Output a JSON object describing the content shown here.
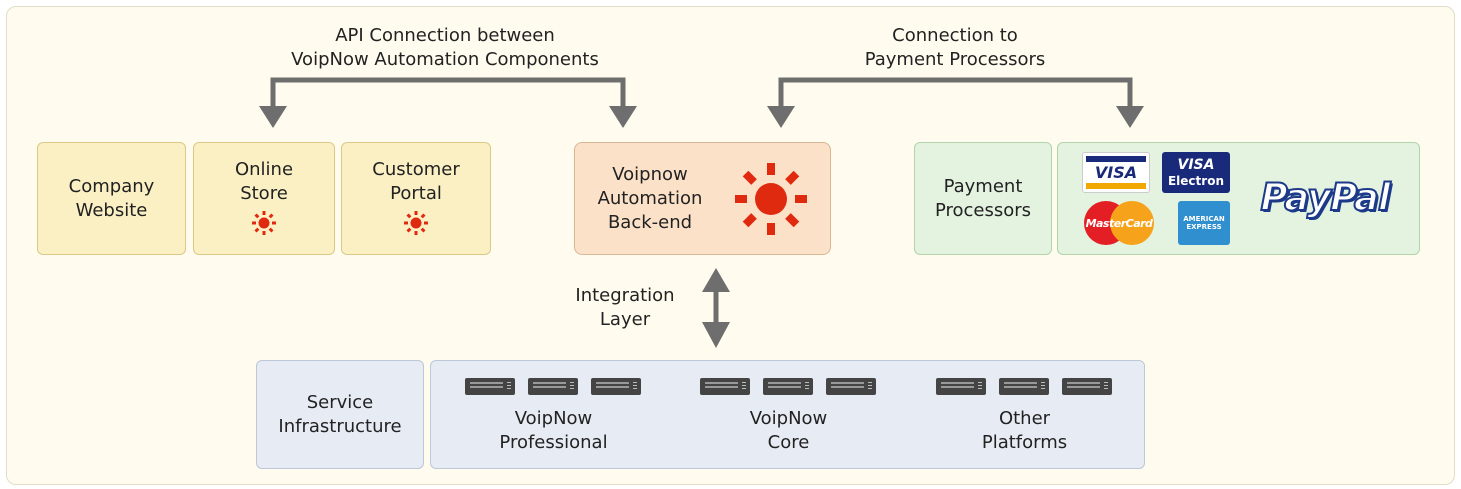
{
  "top_labels": {
    "api_connection": "API Connection between\nVoipNow Automation Components",
    "payment_connection": "Connection to\nPayment Processors"
  },
  "boxes": {
    "company_website": "Company\nWebsite",
    "online_store": "Online\nStore",
    "customer_portal": "Customer\nPortal",
    "backend": "Voipnow\nAutomation\nBack-end",
    "payment_processors": "Payment\nProcessors",
    "service_infrastructure": "Service\nInfrastructure",
    "voipnow_professional": "VoipNow\nProfessional",
    "voipnow_core": "VoipNow\nCore",
    "other_platforms": "Other\nPlatforms"
  },
  "integration_label": "Integration\nLayer",
  "payment_logos": {
    "visa": "VISA",
    "visa_electron_top": "VISA",
    "visa_electron_bottom": "Electron",
    "mastercard": "MasterCard",
    "amex": "AMERICAN\nEXPRESS",
    "paypal": "PayPal"
  },
  "colors": {
    "arrow": "#6e6e6e",
    "sun": "#e02a10",
    "yellow_box": "#fbf0c4",
    "peach_box": "#fbe1c8",
    "green_box": "#e3f3df",
    "blue_box": "#e7ecf4"
  },
  "icons": [
    "sun-icon",
    "server-icon",
    "visa-logo",
    "visa-electron-logo",
    "mastercard-logo",
    "amex-logo",
    "paypal-logo"
  ]
}
